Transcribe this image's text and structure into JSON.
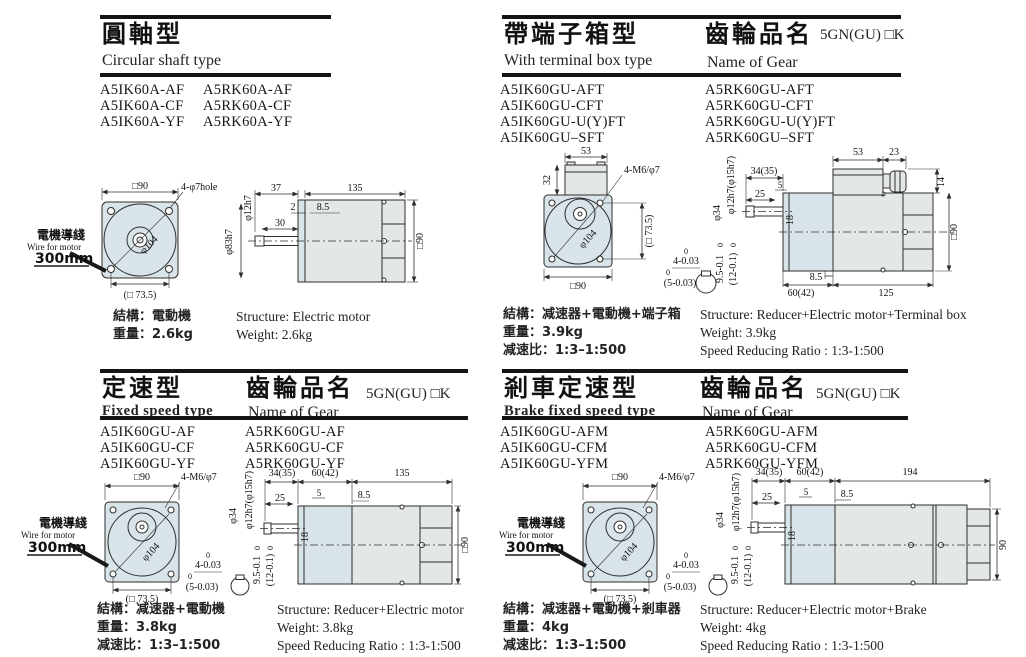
{
  "colors": {
    "ink": "#2e2e2e",
    "rule": "#141414",
    "gear_fill": "#d9e4ea",
    "body_fill": "#e4e8e5"
  },
  "wire": {
    "zh": "電機導綫",
    "en": "Wire for motor",
    "length": "300mm"
  },
  "dims": {
    "sq90": "□90",
    "sq735": "(□ 73.5)",
    "dia104": "φ104",
    "holes": "4-φ7hole",
    "m6": "4-M6/φ7",
    "d2": "2",
    "d5": "5",
    "d85": "8.5",
    "d14": "14",
    "d18": "18",
    "d23": "23",
    "d25": "25",
    "d30": "30",
    "d32": "32",
    "d3435": "34(35)",
    "d37": "37",
    "d53": "53",
    "d6042": "60(42)",
    "d90": "90",
    "d125": "125",
    "d135": "135",
    "d194": "194",
    "dia34": "φ34",
    "dia83": "φ83h7",
    "shaft12": "φ12h7",
    "shaft1215": "φ12h7(φ15h7)",
    "t0": "0",
    "t4": "4-0.03",
    "t5": "(5-0.03)",
    "t95": "9.5-0.1",
    "t12": "(12-0.1)"
  },
  "q1": {
    "title_zh": "圓軸型",
    "title_en": "Circular shaft type",
    "models_col1": [
      "A5IK60A-AF",
      "A5IK60A-CF",
      "A5IK60A-YF"
    ],
    "models_col2": [
      "A5RK60A-AF",
      "A5RK60A-CF",
      "A5RK60A-YF"
    ],
    "specs_zh": [
      "結構：電動機",
      "重量：2.6kg"
    ],
    "specs_en": [
      "Structure: Electric motor",
      "Weight: 2.6kg"
    ]
  },
  "q2": {
    "title_zh": "帶端子箱型",
    "title_en": "With terminal box type",
    "gear_zh": "齒輪品名",
    "gear_en": "Name of Gear",
    "gear_code": "5GN(GU) □K",
    "models_col1": [
      "A5IK60GU-AFT",
      "A5IK60GU-CFT",
      "A5IK60GU-U(Y)FT",
      "A5IK60GU–SFT"
    ],
    "models_col2": [
      "A5RK60GU-AFT",
      "A5RK60GU-CFT",
      "A5RK60GU-U(Y)FT",
      "A5RK60GU–SFT"
    ],
    "specs_zh": [
      "結構：减速器+電動機+端子箱",
      "重量：3.9kg",
      "减速比：1:3–1:500"
    ],
    "specs_en": [
      "Structure: Reducer+Electric motor+Terminal box",
      "Weight: 3.9kg",
      "Speed Reducing Ratio : 1:3-1:500"
    ]
  },
  "q3": {
    "title_zh": "定速型",
    "title_en": "Fixed speed type",
    "gear_zh": "齒輪品名",
    "gear_en": "Name of Gear",
    "gear_code": "5GN(GU) □K",
    "models_col1": [
      "A5IK60GU-AF",
      "A5IK60GU-CF",
      "A5IK60GU-YF"
    ],
    "models_col2": [
      "A5RK60GU-AF",
      "A5RK60GU-CF",
      "A5RK60GU-YF"
    ],
    "specs_zh": [
      "結構：减速器+電動機",
      "重量：3.8kg",
      "减速比：1:3–1:500"
    ],
    "specs_en": [
      "Structure: Reducer+Electric motor",
      "Weight: 3.8kg",
      "Speed Reducing Ratio : 1:3-1:500"
    ]
  },
  "q4": {
    "title_zh": "剎車定速型",
    "title_en": "Brake fixed speed type",
    "gear_zh": "齒輪品名",
    "gear_en": "Name of Gear",
    "gear_code": "5GN(GU) □K",
    "models_col1": [
      "A5IK60GU-AFM",
      "A5IK60GU-CFM",
      "A5IK60GU-YFM"
    ],
    "models_col2": [
      "A5RK60GU-AFM",
      "A5RK60GU-CFM",
      "A5RK60GU-YFM"
    ],
    "specs_zh": [
      "結構：减速器+電動機+剎車器",
      "重量：4kg",
      "减速比：1:3–1:500"
    ],
    "specs_en": [
      "Structure: Reducer+Electric motor+Brake",
      "Weight: 4kg",
      "Speed Reducing Ratio : 1:3-1:500"
    ]
  }
}
